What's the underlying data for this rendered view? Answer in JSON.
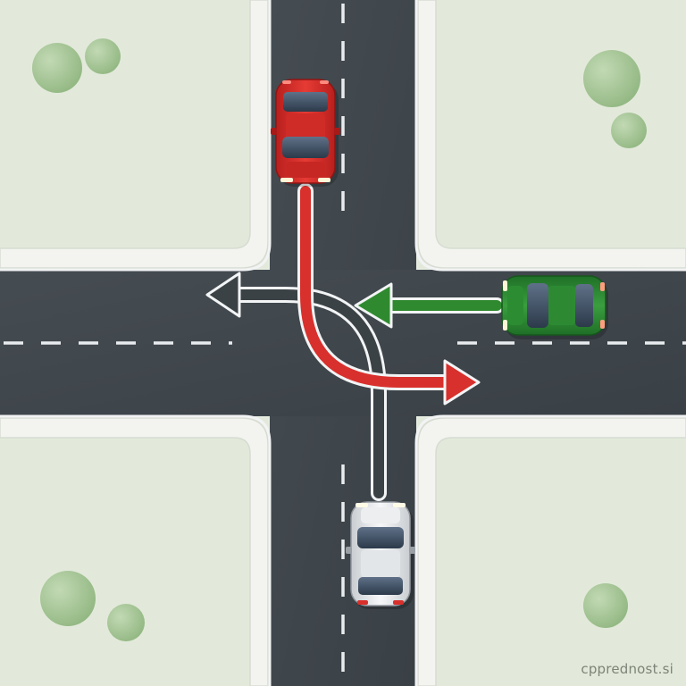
{
  "scene": {
    "description_visible": false,
    "colors": {
      "grass": "#e3eadb",
      "curb": "#f4f5f1",
      "road": "#3f464c",
      "lane_marking": "#e9ecee",
      "tree": "#a9c69a",
      "red_path": "#d8302c",
      "green_path": "#2f8a2f",
      "dark_path": "#3b4246"
    },
    "vehicles": [
      {
        "id": "red-car",
        "color": "#d8302c",
        "heading": "south",
        "maneuver": "left-turn"
      },
      {
        "id": "green-car",
        "color": "#2e8b34",
        "heading": "west",
        "maneuver": "straight"
      },
      {
        "id": "white-car",
        "color": "#eef0f2",
        "heading": "north",
        "maneuver": "left-turn"
      }
    ],
    "icons": {
      "trees": "tree-icon",
      "arrows": "arrow-icon"
    }
  },
  "watermark": "cpprednost.si"
}
